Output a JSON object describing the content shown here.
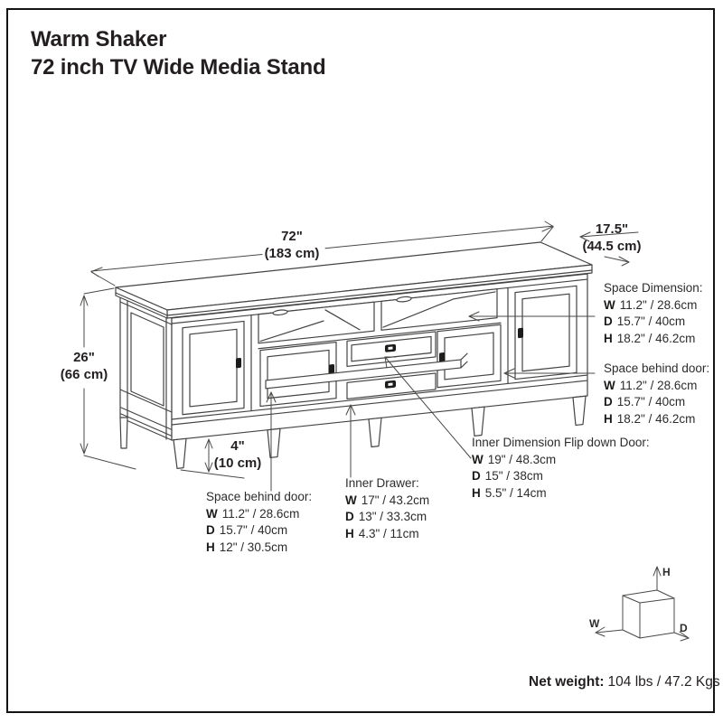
{
  "title": {
    "line1": "Warm Shaker",
    "line2": "72 inch TV Wide Media Stand"
  },
  "dimensions": {
    "width": {
      "inches": "72\"",
      "metric": "(183 cm)"
    },
    "depth": {
      "inches": "17.5\"",
      "metric": "(44.5 cm)"
    },
    "height": {
      "inches": "26\"",
      "metric": "(66 cm)"
    },
    "clearance": {
      "inches": "4\"",
      "metric": "(10 cm)"
    }
  },
  "callouts": {
    "space_dimension": {
      "title": "Space Dimension:",
      "rows": [
        {
          "k": "W",
          "v": "11.2\" / 28.6cm"
        },
        {
          "k": "D",
          "v": "15.7\" / 40cm"
        },
        {
          "k": "H",
          "v": "18.2\" / 46.2cm"
        }
      ]
    },
    "space_behind_door_right": {
      "title": "Space behind door:",
      "rows": [
        {
          "k": "W",
          "v": "11.2\" / 28.6cm"
        },
        {
          "k": "D",
          "v": "15.7\" / 40cm"
        },
        {
          "k": "H",
          "v": "18.2\" / 46.2cm"
        }
      ]
    },
    "space_behind_door_left": {
      "title": "Space behind door:",
      "rows": [
        {
          "k": "W",
          "v": "11.2\" / 28.6cm"
        },
        {
          "k": "D",
          "v": "15.7\" / 40cm"
        },
        {
          "k": "H",
          "v": "12\" / 30.5cm"
        }
      ]
    },
    "inner_drawer": {
      "title": "Inner Drawer:",
      "rows": [
        {
          "k": "W",
          "v": "17\" / 43.2cm"
        },
        {
          "k": "D",
          "v": "13\" / 33.3cm"
        },
        {
          "k": "H",
          "v": "4.3\" / 11cm"
        }
      ]
    },
    "flip_down_door": {
      "title": "Inner Dimension Flip down Door:",
      "rows": [
        {
          "k": "W",
          "v": "19\" / 48.3cm"
        },
        {
          "k": "D",
          "v": "15\" / 38cm"
        },
        {
          "k": "H",
          "v": "5.5\" / 14cm"
        }
      ]
    }
  },
  "axis_cube": {
    "w": "W",
    "h": "H",
    "d": "D"
  },
  "footer": {
    "net_weight_label": "Net weight:",
    "net_weight_value": "104 lbs / 47.2 Kgs"
  },
  "colors": {
    "line": "#454443",
    "text": "#231f20",
    "background": "#ffffff"
  }
}
